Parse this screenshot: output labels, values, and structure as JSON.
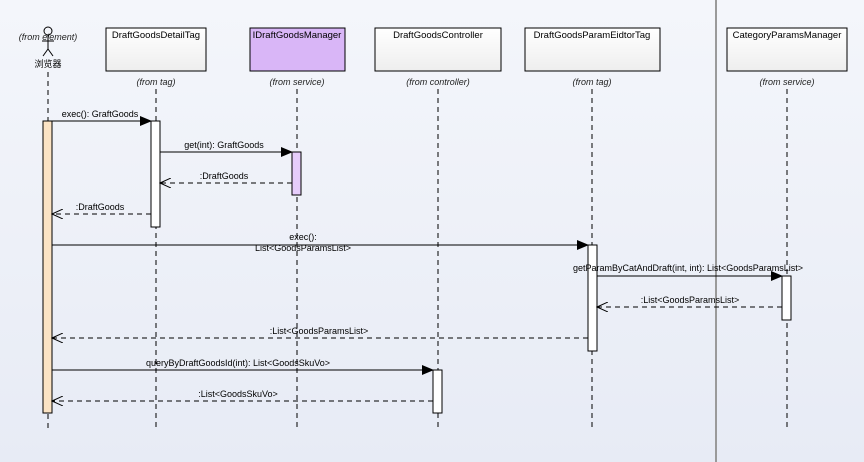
{
  "participants": [
    {
      "id": "browser",
      "name": "浏览器",
      "from": "(from element)",
      "kind": "actor"
    },
    {
      "id": "detail_tag",
      "name": "DraftGoodsDetailTag",
      "from": "(from tag)",
      "kind": "class"
    },
    {
      "id": "manager",
      "name": "IDraftGoodsManager",
      "from": "(from service)",
      "kind": "interface"
    },
    {
      "id": "controller",
      "name": "DraftGoodsController",
      "from": "(from controller)",
      "kind": "class"
    },
    {
      "id": "param_tag",
      "name": "DraftGoodsParamEidtorTag",
      "from": "(from tag)",
      "kind": "class"
    },
    {
      "id": "category",
      "name": "CategoryParamsManager",
      "from": "(from service)",
      "kind": "class"
    }
  ],
  "messages": [
    {
      "id": "m1",
      "from": "browser",
      "to": "detail_tag",
      "type": "call",
      "lines": [
        "exec(): GraftGoods"
      ]
    },
    {
      "id": "m2",
      "from": "detail_tag",
      "to": "manager",
      "type": "call",
      "lines": [
        "get(int): GraftGoods"
      ]
    },
    {
      "id": "m3",
      "from": "manager",
      "to": "detail_tag",
      "type": "return",
      "lines": [
        ":DraftGoods"
      ]
    },
    {
      "id": "m4",
      "from": "detail_tag",
      "to": "browser",
      "type": "return",
      "lines": [
        ":DraftGoods"
      ]
    },
    {
      "id": "m5",
      "from": "browser",
      "to": "param_tag",
      "type": "call",
      "lines": [
        "exec():",
        "List<GoodsParamsList>"
      ]
    },
    {
      "id": "m6",
      "from": "param_tag",
      "to": "category",
      "type": "call",
      "lines": [
        "getParamByCatAndDraft(int, int): List<GoodsParamsList>"
      ]
    },
    {
      "id": "m7",
      "from": "category",
      "to": "param_tag",
      "type": "return",
      "lines": [
        ":List<GoodsParamsList>"
      ]
    },
    {
      "id": "m8",
      "from": "param_tag",
      "to": "browser",
      "type": "return",
      "lines": [
        ":List<GoodsParamsList>"
      ]
    },
    {
      "id": "m9",
      "from": "browser",
      "to": "controller",
      "type": "call",
      "lines": [
        "queryByDraftGoodsId(int): List<GoodsSkuVo>"
      ]
    },
    {
      "id": "m10",
      "from": "controller",
      "to": "browser",
      "type": "return",
      "lines": [
        ":List<GoodsSkuVo>"
      ]
    }
  ],
  "colors": {
    "actor_activation": "#fbe3c4",
    "interface_fill": "#d9b6f7",
    "interface_activation": "#e6cdfb",
    "box_fill": "#ffffff",
    "line": "#000000",
    "separator": "#9a9a9a"
  }
}
